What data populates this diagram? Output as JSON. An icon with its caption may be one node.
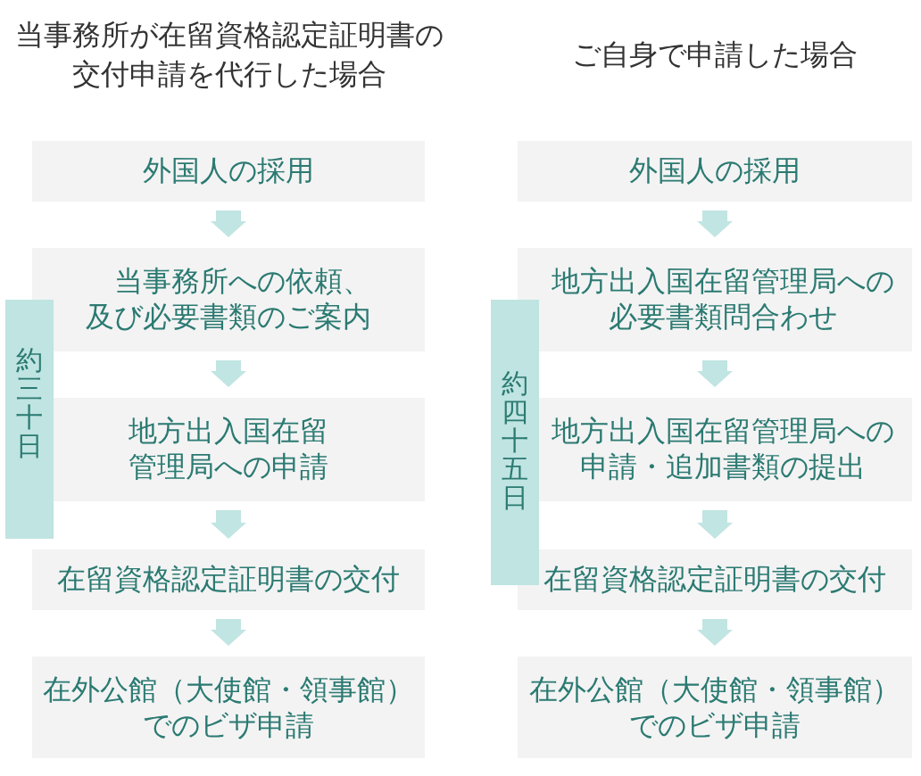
{
  "diagram": {
    "nodes": [
      {
        "text": [
          "外国人の採用"
        ]
      },
      {
        "text": [
          "当事務所への依頼、及び必要書類のご案内"
        ]
      },
      {
        "text": [
          "地方出入国在留管理局への申請"
        ]
      },
      {
        "text": [
          "在留資格認定証明書の交付"
        ]
      },
      {
        "text": [
          "在外公館（大使館・領事館）でのビザ申請"
        ]
      },
      {
        "text": [
          "約三十日"
        ]
      },
      {
        "text": [
          "外国人の採用"
        ]
      },
      {
        "text": [
          "地方出入国在留管理局への必要書類問合わせ"
        ]
      },
      {
        "text": [
          "地方出入国在留管理局への申請・追加書類の提出"
        ]
      },
      {
        "text": [
          "在留資格認定証明書の交付"
        ]
      },
      {
        "text": [
          "在外公館（大使館・領事館）でのビザ申請"
        ]
      },
      {
        "text": [
          "約四十五日"
        ]
      }
    ],
    "edges": [
      {
        "from": 0,
        "to": 1,
        "arrow": "to"
      },
      {
        "from": 1,
        "to": 2,
        "arrow": "to"
      },
      {
        "from": 2,
        "to": 3,
        "arrow": "to"
      },
      {
        "from": 3,
        "to": 4,
        "arrow": "to"
      },
      {
        "from": 6,
        "to": 7,
        "arrow": "to"
      },
      {
        "from": 7,
        "to": 8,
        "arrow": "to"
      },
      {
        "from": 8,
        "to": 9,
        "arrow": "to"
      },
      {
        "from": 9,
        "to": 10,
        "arrow": "to"
      }
    ],
    "labels": [
      "当事務所が在留資格認定証明書の交付申請を代行した場合",
      "ご自身で申請した場合"
    ]
  }
}
